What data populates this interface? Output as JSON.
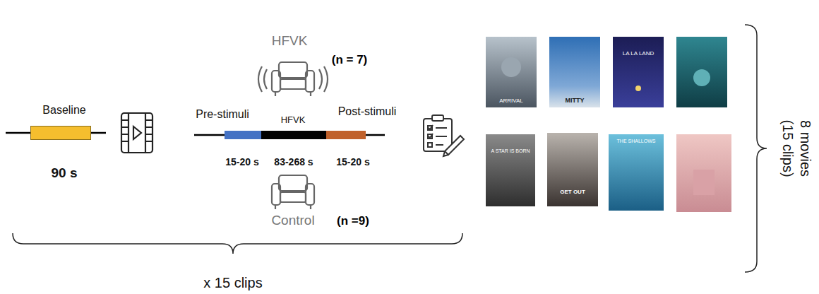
{
  "diagram": {
    "nodes": [
      {
        "text": [
          "Baseline",
          "90 s"
        ]
      },
      {
        "text": [
          "Pre-stimuli",
          "15-20 s"
        ]
      },
      {
        "text": [
          "HFVK",
          "83-268 s"
        ]
      },
      {
        "text": [
          "Post-stimuli",
          "15-20 s"
        ]
      }
    ],
    "labels": [
      "HFVK",
      "(n = 7)",
      "Control",
      "(n =9)",
      "x 15 clips",
      "8 movies",
      "(15 clips)",
      "ARRIVAL",
      "MITTY",
      "LA LA LAND",
      "A STAR IS BORN",
      "GET OUT",
      "THE SHALLOWS"
    ]
  }
}
